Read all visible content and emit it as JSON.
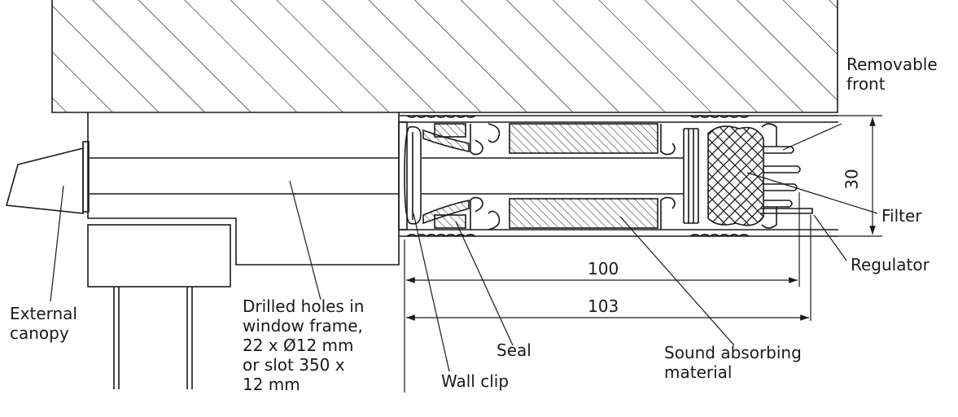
{
  "labels": {
    "removable_front": [
      "Removable",
      "front"
    ],
    "filter": "Filter",
    "regulator": "Regulator",
    "external_canopy": [
      "External",
      "canopy"
    ],
    "drilled_holes": [
      "Drilled holes in",
      "window frame,",
      "22 x Ø12 mm",
      "or slot 350 x",
      "12 mm"
    ],
    "seal": "Seal",
    "wall_clip": "Wall clip",
    "sound_absorbing": [
      "Sound absorbing",
      "material"
    ]
  },
  "dimensions": {
    "width_inner": "100",
    "width_outer": "103",
    "height": "30"
  },
  "colors": {
    "line": "#1a1a1a",
    "background": "#ffffff"
  }
}
